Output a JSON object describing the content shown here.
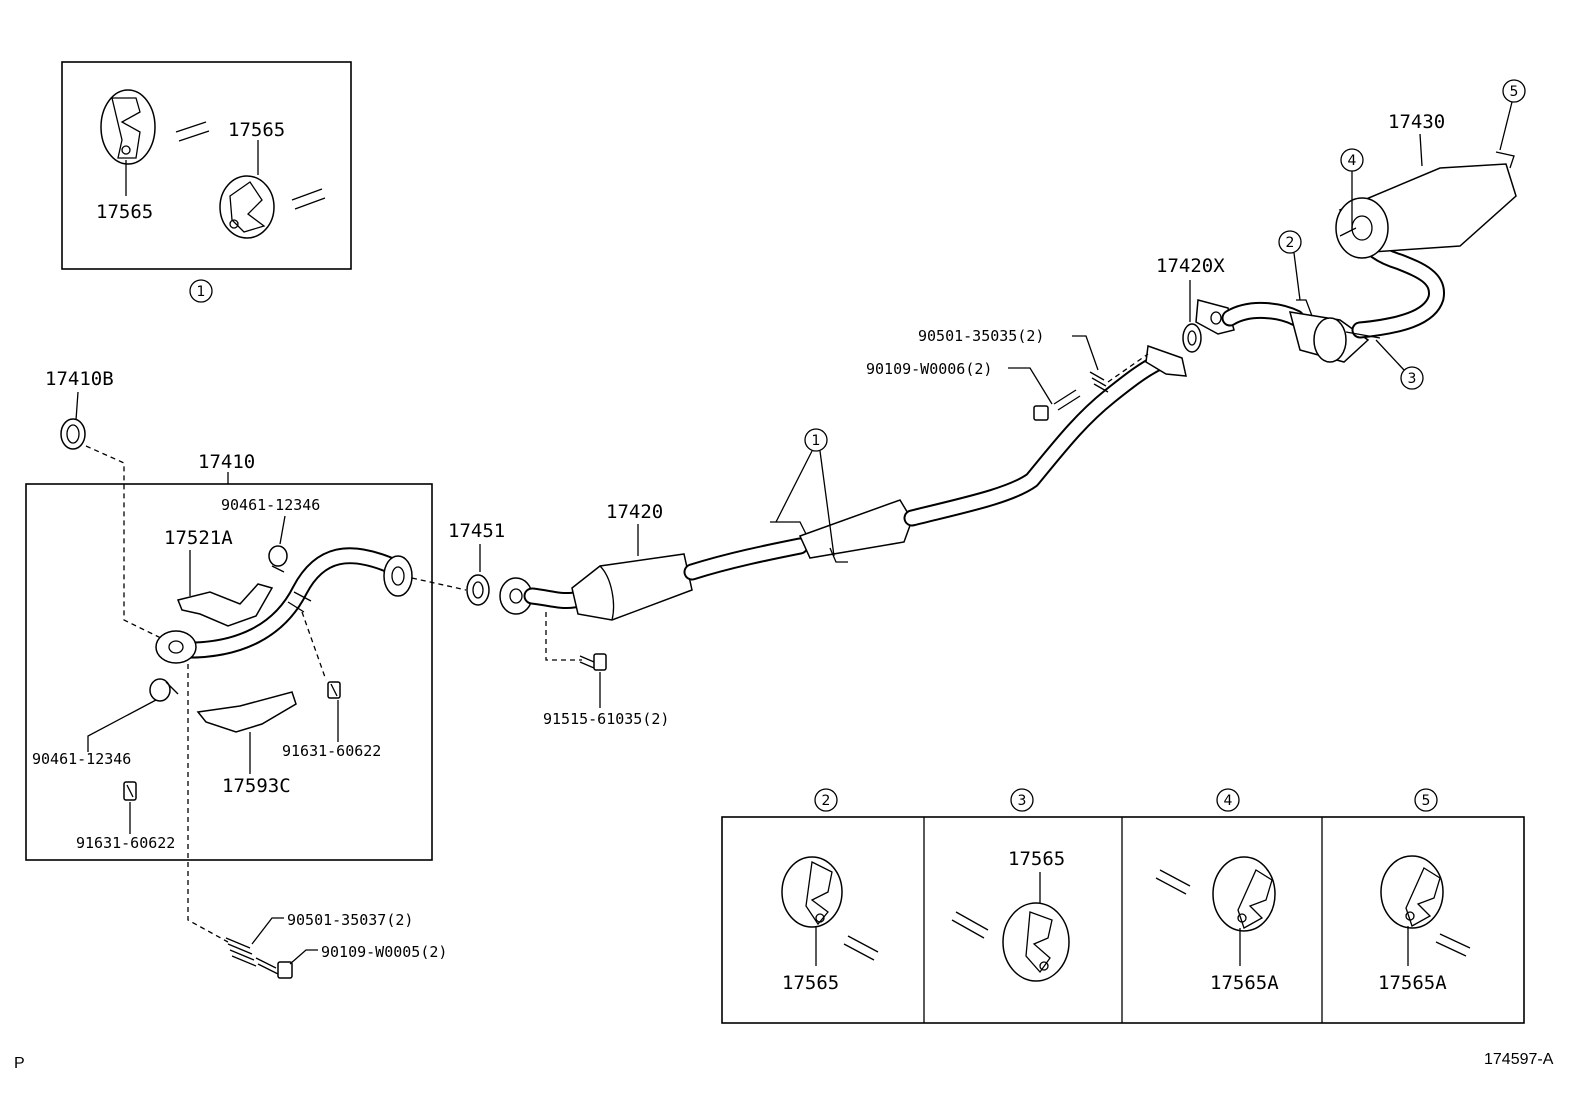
{
  "footer": {
    "left_mark": "P",
    "diagram_code": "174597-A"
  },
  "callout_circles": {
    "c1_top": "1",
    "c1_mid": "1",
    "c2_top": "2",
    "c3_top": "3",
    "c4_top": "4",
    "c5_top": "5",
    "c2_box": "2",
    "c3_box": "3",
    "c4_box": "4",
    "c5_box": "5"
  },
  "labels": {
    "inset1_top": "17565",
    "inset1_bottom": "17565",
    "p17410B": "17410B",
    "p17410": "17410",
    "p90461_top": "90461-12346",
    "p17521A": "17521A",
    "p90461_left": "90461-12346",
    "p91631_right": "91631-60622",
    "p17593C": "17593C",
    "p91631_left": "91631-60622",
    "p90501_37": "90501-35037(2)",
    "p90109_05": "90109-W0005(2)",
    "p17451": "17451",
    "p17420": "17420",
    "p91515": "91515-61035(2)",
    "p90501_35": "90501-35035(2)",
    "p90109_06": "90109-W0006(2)",
    "p17420X": "17420X",
    "p17430": "17430",
    "box2_label": "17565",
    "box3_label": "17565",
    "box4_label": "17565A",
    "box5_label": "17565A"
  }
}
